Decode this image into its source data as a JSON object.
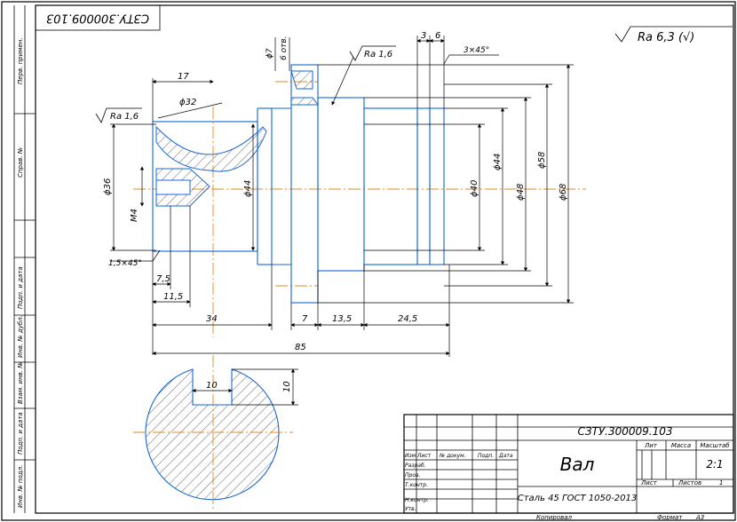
{
  "title_block": {
    "designation": "СЗТУ.300009.103",
    "designation_rotated": "СЗТУ.300009.103",
    "part_name": "Вал",
    "material": "Сталь 45 ГОСТ 1050-2013",
    "headers": {
      "lit": "Лит",
      "mass": "Масса",
      "scale": "Масштаб"
    },
    "scale": "2:1",
    "sheet_label": "Лист",
    "sheets_label": "Листов",
    "sheets_count": "1",
    "rev_headers": [
      "Изм",
      "Лист",
      "№ докум.",
      "Подп.",
      "Дата"
    ],
    "roles": [
      "Разраб.",
      "Пров.",
      "Т.контр.",
      "Н.контр.",
      "Утв."
    ],
    "copied": "Копировал",
    "format": "Формат",
    "format_value": "А3"
  },
  "side_stamps": [
    "Перв. примен.",
    "Справ. №",
    "Подп. и дата",
    "Инв. № дубл.",
    "Взам. инв. №",
    "Подп. и дата",
    "Инв. № подл."
  ],
  "roughness": {
    "general": "Ra 6,3 (√)",
    "face": "Ra 1,6",
    "bore": "Ra 1,6"
  },
  "dimensions": {
    "d32": "ϕ32",
    "d36": "ϕ36",
    "m4": "M4",
    "d44a": "ϕ44",
    "d40": "ϕ40",
    "d44b": "ϕ44",
    "d48": "ϕ48",
    "d58": "ϕ58",
    "d68": "ϕ68",
    "l17": "17",
    "l7_5": "7,5",
    "l11_5": "11,5",
    "l34": "34",
    "l7": "7",
    "l13_5": "13,5",
    "l24_5": "24,5",
    "l85": "85",
    "l3": "3",
    "l6": "6",
    "ch1": "1,5×45°",
    "ch2": "3×45°",
    "holes": "6 отв.",
    "d7": "ϕ7",
    "key_w": "10",
    "key_d": "10"
  },
  "colors": {
    "outline": "#1565d8",
    "axis": "#e08a1e",
    "line": "#000000"
  }
}
